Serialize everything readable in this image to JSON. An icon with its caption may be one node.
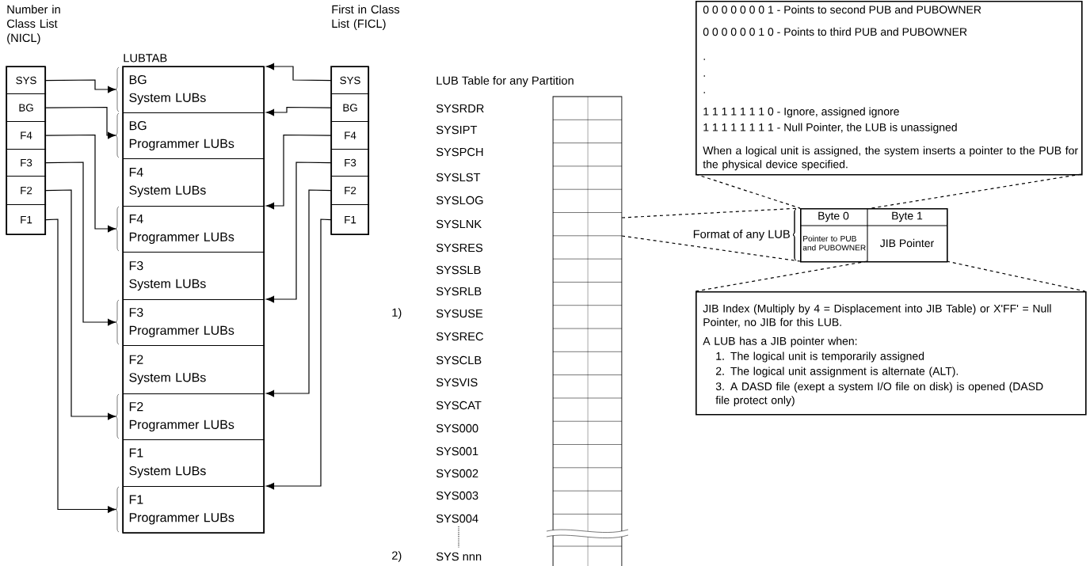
{
  "diagram": {
    "nodes": [
      {
        "text": [
          "Number in Class List (NICL)"
        ]
      },
      {
        "text": [
          "SYS"
        ],
        "in": 0
      },
      {
        "text": [
          "BG"
        ],
        "in": 0
      },
      {
        "text": [
          "F4"
        ],
        "in": 0
      },
      {
        "text": [
          "F3"
        ],
        "in": 0
      },
      {
        "text": [
          "F2"
        ],
        "in": 0
      },
      {
        "text": [
          "F1"
        ],
        "in": 0
      },
      {
        "text": [
          "LUBTAB"
        ]
      },
      {
        "text": [
          "BG",
          "System LUBs"
        ],
        "in": 7
      },
      {
        "text": [
          "BG",
          "Programmer LUBs"
        ],
        "in": 7
      },
      {
        "text": [
          "F4",
          "System LUBs"
        ],
        "in": 7
      },
      {
        "text": [
          "F4",
          "Programmer LUBs"
        ],
        "in": 7
      },
      {
        "text": [
          "F3",
          "System LUBs"
        ],
        "in": 7
      },
      {
        "text": [
          "F3",
          "Programmer LUBs"
        ],
        "in": 7
      },
      {
        "text": [
          "F2",
          "System LUBs"
        ],
        "in": 7
      },
      {
        "text": [
          "F2",
          "Programmer LUBs"
        ],
        "in": 7
      },
      {
        "text": [
          "F1",
          "System LUBs"
        ],
        "in": 7
      },
      {
        "text": [
          "F1",
          "Programmer LUBs"
        ],
        "in": 7
      },
      {
        "text": [
          "First in Class List (FICL)"
        ]
      },
      {
        "text": [
          "SYS"
        ],
        "in": 18
      },
      {
        "text": [
          "BG"
        ],
        "in": 18
      },
      {
        "text": [
          "F4"
        ],
        "in": 18
      },
      {
        "text": [
          "F3"
        ],
        "in": 18
      },
      {
        "text": [
          "F2"
        ],
        "in": 18
      },
      {
        "text": [
          "F1"
        ],
        "in": 18
      },
      {
        "text": [
          "Byte 0",
          "Pointer to PUB and PUBOWNER",
          "Byte 1",
          "JIB Pointer"
        ],
        "beside": [
          "Format of any LUB"
        ]
      },
      {
        "text": [
          "0 0 0 0 0 0 0 1 - Points to second PUB and PUBOWNER",
          "0 0 0 0 0 0 1 0 - Points to third PUB and PUBOWNER",
          ".",
          ".",
          ".",
          "1 1 1 1 1 1 1 0 - Ignore, assigned ignore",
          "1 1 1 1 1 1 1 1 - Null Pointer, the LUB is unassigned",
          "When a logical unit is assigned, the system inserts a pointer to the PUB for the physical device specified."
        ]
      },
      {
        "text": [
          "JIB Index (Multiply by 4 = Displacement into JIB Table) or X'FF' = Null Pointer, no JIB for this LUB.",
          "A LUB has a JIB pointer when:",
          "1. The logical unit is temporarily assigned",
          "2. The logical unit assignment is alternate (ALT).",
          "3. A DASD file (exept a system I/O file on disk) is opened (DASD file protect only)"
        ]
      },
      {
        "text": [],
        "shape": "box"
      }
    ],
    "edges": [
      {
        "from": 1,
        "to": 8,
        "arrow": "to"
      },
      {
        "from": 2,
        "to": 9,
        "arrow": "to"
      },
      {
        "from": 3,
        "to": 11,
        "arrow": "to"
      },
      {
        "from": 4,
        "to": 13,
        "arrow": "to"
      },
      {
        "from": 5,
        "to": 15,
        "arrow": "to"
      },
      {
        "from": 6,
        "to": 17,
        "arrow": "to"
      },
      {
        "from": 19,
        "to": 8,
        "arrow": "to"
      },
      {
        "from": 20,
        "to": 9,
        "arrow": "to"
      },
      {
        "from": 21,
        "to": 11,
        "arrow": "to"
      },
      {
        "from": 22,
        "to": 13,
        "arrow": "to"
      },
      {
        "from": 23,
        "to": 15,
        "arrow": "to"
      },
      {
        "from": 24,
        "to": 17,
        "arrow": "to"
      },
      {
        "from": 28,
        "to": 25,
        "arrow": "none",
        "style": "dashed"
      },
      {
        "from": 28,
        "to": 25,
        "arrow": "none",
        "style": "dashed"
      },
      {
        "from": 26,
        "to": 25,
        "arrow": "none",
        "style": "dashed"
      },
      {
        "from": 26,
        "to": 25,
        "arrow": "none",
        "style": "dashed"
      },
      {
        "from": 25,
        "to": 27,
        "arrow": "none",
        "style": "dashed"
      },
      {
        "from": 25,
        "to": 27,
        "arrow": "none",
        "style": "dashed"
      }
    ],
    "labels": [
      "LUB Table for any Partition",
      "SYSRDR",
      "SYSIPT",
      "SYSPCH",
      "SYSLST",
      "SYSLOG",
      "SYSLNK",
      "SYSRES",
      "SYSSLB",
      "SYSRLB",
      "1)",
      "SYSUSE",
      "SYSREC",
      "SYSCLB",
      "SYSVIS",
      "SYSCAT",
      "SYS000",
      "SYS001",
      "SYS002",
      "SYS003",
      "SYS004",
      "2)",
      "SYS nnn"
    ]
  }
}
